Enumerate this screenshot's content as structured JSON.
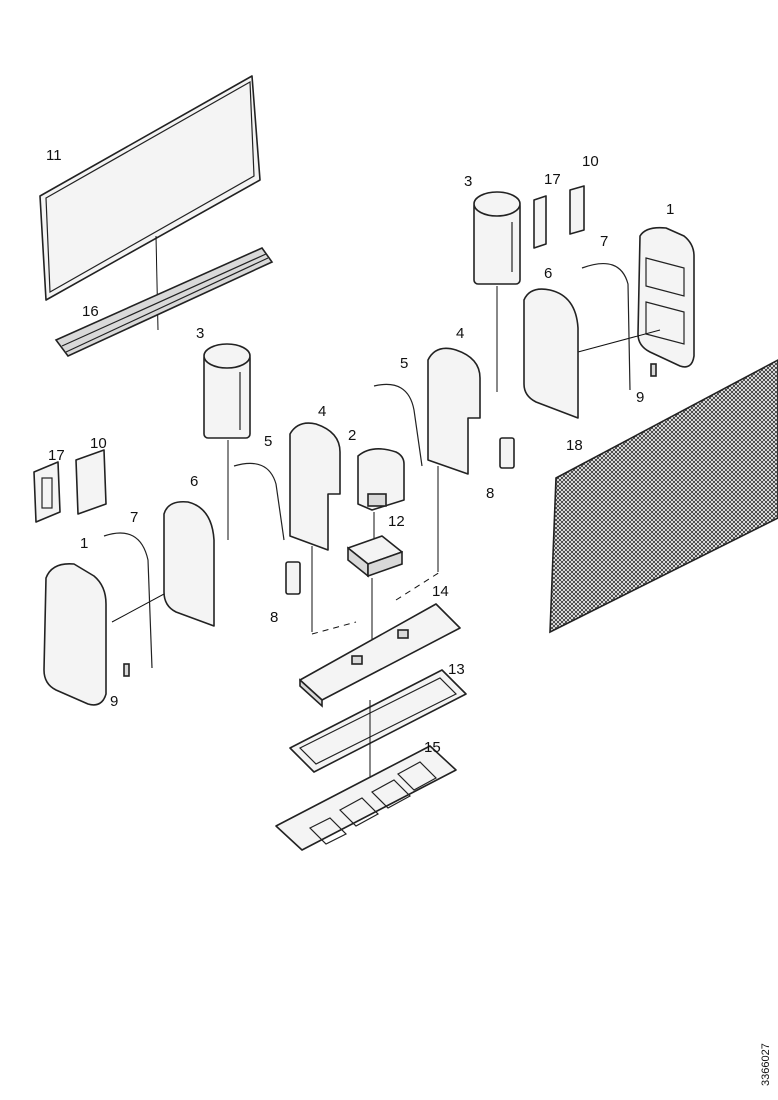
{
  "diagram": {
    "type": "exploded-parts-view",
    "doc_id": "3366027"
  },
  "labels": {
    "l11": "11",
    "l16a": "16",
    "l3a": "3",
    "l17a": "17",
    "l10a": "10",
    "l1a": "1",
    "l7a": "7",
    "l6a": "6",
    "l9a": "9",
    "l5a": "5",
    "l4a": "4",
    "l8a": "8",
    "l3b": "3",
    "l17b": "17",
    "l10b": "10",
    "l1b": "1",
    "l7b": "7",
    "l6b": "6",
    "l9b": "9",
    "l5b": "5",
    "l4b": "4",
    "l8b": "8",
    "l2": "2",
    "l12": "12",
    "l14": "14",
    "l13": "13",
    "l15": "15",
    "l18": "18"
  }
}
